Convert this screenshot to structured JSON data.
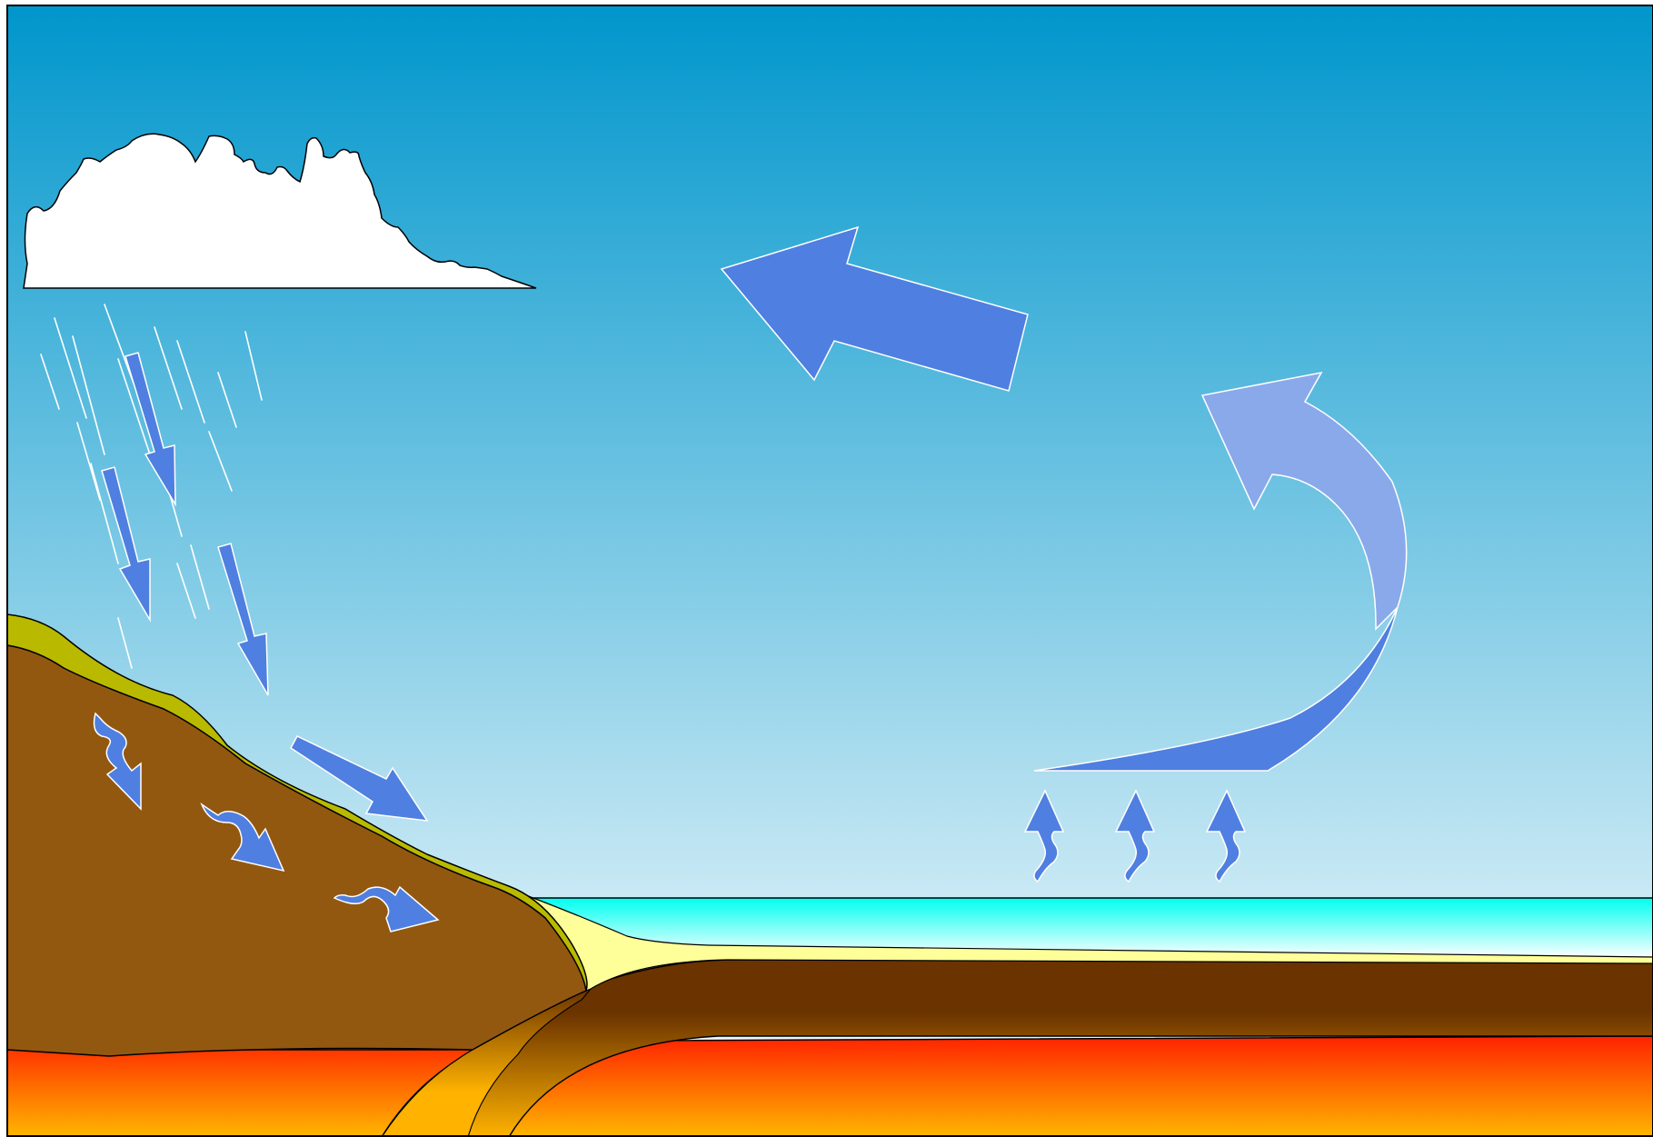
{
  "diagram": {
    "subject": "water-cycle",
    "text_labels": [],
    "elements": [
      "sky",
      "cloud",
      "rain-streaks",
      "precipitation-arrow",
      "surface-runoff-arrow",
      "groundwater-flow-arrow",
      "ocean",
      "beach-sand",
      "continental-land",
      "soil-layer",
      "oceanic-crust",
      "continental-crust",
      "mantle",
      "evaporation-arrow",
      "condensation-arrow",
      "advection-arrow"
    ]
  },
  "colors": {
    "sky_top": "#0096cc",
    "sky_bottom": "#ffffff",
    "arrow_blue": "#4f7fe0",
    "arrow_light_blue": "#8aa9ea",
    "ocean_top": "#00fff0",
    "ocean_bottom": "#ffffff",
    "sand": "#ffff99",
    "land": "#935810",
    "soil": "#b9b900",
    "crust_dark": "#6b3300",
    "crust_light": "#ffb300",
    "mantle_top": "#ff2200",
    "mantle_bottom": "#ffb600",
    "cloud": "#ffffff"
  }
}
